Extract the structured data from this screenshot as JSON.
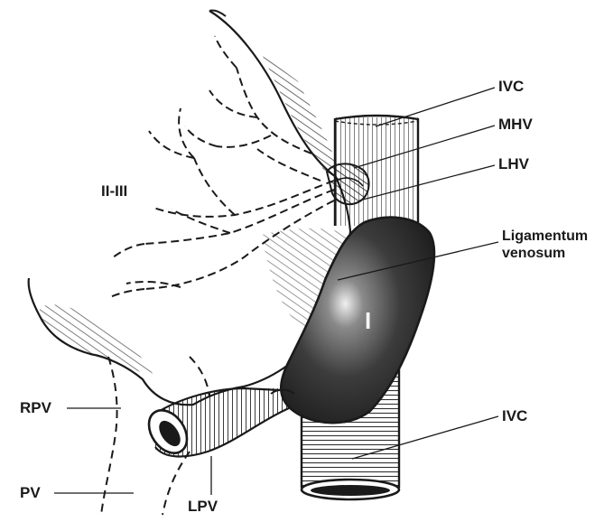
{
  "labels": {
    "ivc_top": "IVC",
    "mhv": "MHV",
    "lhv": "LHV",
    "ligamentum_line1": "Ligamentum",
    "ligamentum_line2": "venosum",
    "segments": "II-III",
    "segment_one": "I",
    "rpv": "RPV",
    "pv": "PV",
    "lpv": "LPV",
    "ivc_bottom": "IVC"
  },
  "colors": {
    "ink": "#1a1a1a",
    "caudate_fill": "#3a3a3a",
    "background": "#ffffff"
  }
}
